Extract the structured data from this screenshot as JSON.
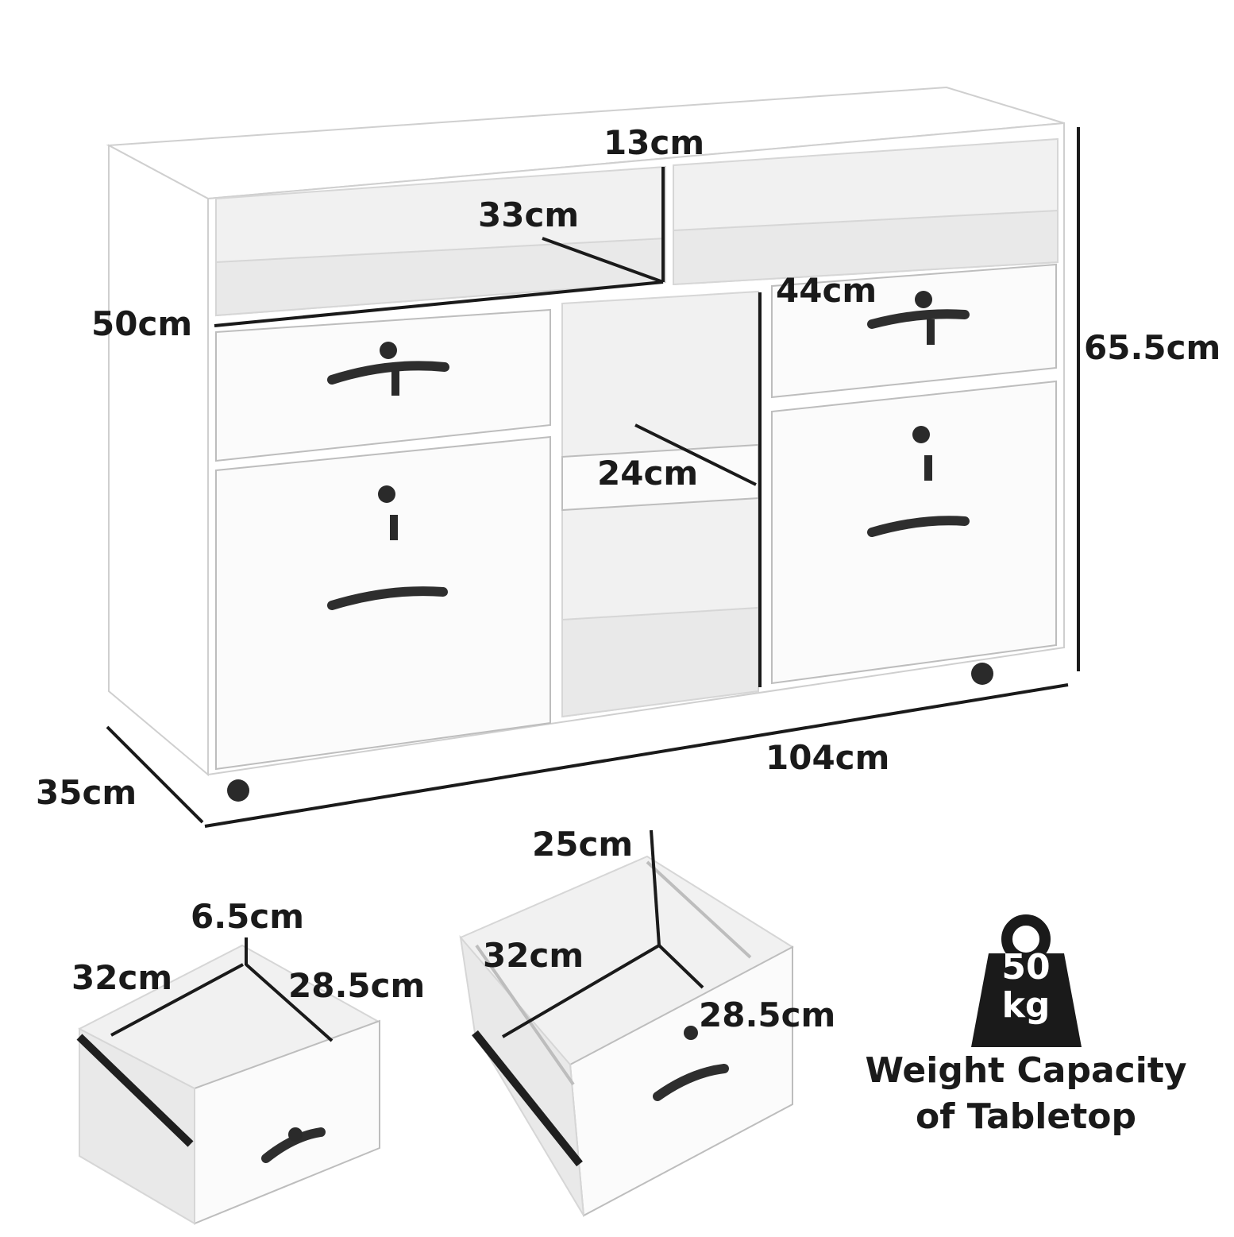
{
  "dimensions": {
    "top_shelf_height": "13cm",
    "top_shelf_depth": "33cm",
    "top_shelf_width": "50cm",
    "middle_section_height": "44cm",
    "total_height": "65.5cm",
    "middle_shelf_depth": "24cm",
    "total_width": "104cm",
    "total_depth": "35cm"
  },
  "small_drawer": {
    "height": "6.5cm",
    "width": "32cm",
    "depth": "28.5cm"
  },
  "file_drawer": {
    "height": "25cm",
    "width": "32cm",
    "depth": "28.5cm"
  },
  "weight": {
    "value": "50",
    "unit": "kg",
    "caption_line1": "Weight Capacity",
    "caption_line2": "of Tabletop"
  },
  "colors": {
    "text": "#1a1a1a",
    "cabinet": "#ffffff",
    "hardware": "#2e2e2e",
    "weight_icon": "#1a1a1a"
  }
}
